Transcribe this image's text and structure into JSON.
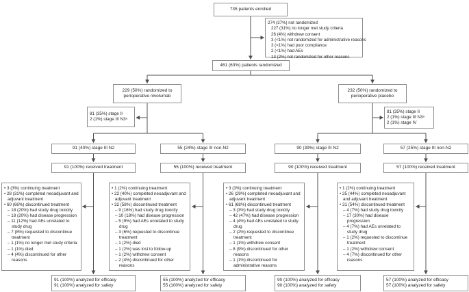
{
  "figure": {
    "type": "consort-flow-diagram",
    "colors": {
      "background": "#ffffff",
      "box_border": "#8c8c8c",
      "connector": "#4f4f4f",
      "text": "#1f1f1f"
    },
    "enrolled": {
      "label": "735 patients enrolled"
    },
    "not_randomized": {
      "lines": [
        {
          "level": 0,
          "text": "274 (37%) not randomized"
        },
        {
          "level": 1,
          "text": "227 (31%) no longer met study criteria"
        },
        {
          "level": 1,
          "text": "26 (4%) withdrew consent"
        },
        {
          "level": 1,
          "text": "3 (<1%) not randomized for administrative reasons"
        },
        {
          "level": 1,
          "text": "3 (<1%) had poor compliance"
        },
        {
          "level": 1,
          "text": "2 (<1%) had AEs"
        },
        {
          "level": 1,
          "text": "13 (2%) not randomized for other reasons"
        }
      ]
    },
    "randomized": {
      "label": "461 (63%) patients randomized"
    },
    "arms": [
      {
        "id": "nivolumab",
        "assignment": "229 (50%) randomized to\nperioperative nivolumab",
        "stage_note": {
          "lines": [
            "81 (35%) stage II",
            "2 (1%) stage III N3ᵃ"
          ]
        }
      },
      {
        "id": "placebo",
        "assignment": "232 (50%) randomized to\nperioperative placebo",
        "stage_note": {
          "lines": [
            "81 (35%) stage II",
            "2 (1%) stage III N3ᵃ",
            "2 (1%) stage IV"
          ]
        }
      }
    ],
    "columns": [
      {
        "arm": "nivolumab",
        "subgroup": "stage III N2",
        "stage": "91 (40%) stage III N2",
        "received": "91 (100%) received treatment",
        "disposition": [
          {
            "level": 1,
            "text": "• 3 (3%) continuing treatment"
          },
          {
            "level": 1,
            "text": "• 28 (31%) completed neoadjuvant and adjuvant treatment"
          },
          {
            "level": 1,
            "text": "• 60 (66%) discontinued treatment"
          },
          {
            "level": 2,
            "text": "– 18 (20%) had study drug toxicity"
          },
          {
            "level": 2,
            "text": "– 18 (20%) had disease progression"
          },
          {
            "level": 2,
            "text": "– 11 (12%) had AEs unrelated to study drug"
          },
          {
            "level": 2,
            "text": "– 7 (8%) requested to discontinue treatment"
          },
          {
            "level": 2,
            "text": "– 1 (1%) no longer met study criteria"
          },
          {
            "level": 2,
            "text": "– 1 (1%) died"
          },
          {
            "level": 2,
            "text": "– 4 (4%) discontinued for other reasons"
          }
        ],
        "analyzed": "91 (100%) analyzed for efficacy\n91 (100%) analyzed for safety"
      },
      {
        "arm": "nivolumab",
        "subgroup": "stage III non-N2",
        "stage": "55 (24%) stage III non-N2",
        "received": "55 (100%) received treatment",
        "disposition": [
          {
            "level": 1,
            "text": "• 1 (2%) continuing treatment"
          },
          {
            "level": 1,
            "text": "• 22 (40%) completed neoadjuvant and adjuvant treatment"
          },
          {
            "level": 1,
            "text": "• 32 (58%) discontinued treatment"
          },
          {
            "level": 2,
            "text": "– 9 (16%) had study drug toxicity"
          },
          {
            "level": 2,
            "text": "– 10 (18%) had disease progression"
          },
          {
            "level": 2,
            "text": "– 5 (9%) had AEs unrelated to study drug"
          },
          {
            "level": 2,
            "text": "– 3 (6%) requested to discontinue treatment"
          },
          {
            "level": 2,
            "text": "– 1 (2%) died"
          },
          {
            "level": 2,
            "text": "– 1 (2%) was lost to follow-up"
          },
          {
            "level": 2,
            "text": "– 1 (2%) withdrew consent"
          },
          {
            "level": 2,
            "text": "– 2 (4%) discontinued for other reasons"
          }
        ],
        "analyzed": "55 (100%) analyzed for efficacy\n55 (100%) analyzed for safety"
      },
      {
        "arm": "placebo",
        "subgroup": "stage III N2",
        "stage": "90 (39%) stage III N2",
        "received": "90 (100%) received treatment",
        "disposition": [
          {
            "level": 1,
            "text": "• 3 (3%) continuing treatment"
          },
          {
            "level": 1,
            "text": "• 26 (29%) completed neoadjuvant and adjuvant treatment"
          },
          {
            "level": 1,
            "text": "• 61 (68%) discontinued treatment"
          },
          {
            "level": 2,
            "text": "– 3 (3%) had study drug toxicity"
          },
          {
            "level": 2,
            "text": "– 42 (47%) had disease progression"
          },
          {
            "level": 2,
            "text": "– 4 (4%) had AEs unrelated to study drug"
          },
          {
            "level": 2,
            "text": "– 2 (2%) requested to discontinue treatment"
          },
          {
            "level": 2,
            "text": "– 1 (1%) withdrew consent"
          },
          {
            "level": 2,
            "text": "– 8 (9%) discontinued for other reasons"
          },
          {
            "level": 2,
            "text": "– 1 (1%) discontinued for administrative reasons"
          }
        ],
        "analyzed": "90 (100%) analyzed for efficacy\n90 (100%) analyzed for safety"
      },
      {
        "arm": "placebo",
        "subgroup": "stage III non-N2",
        "stage": "57 (25%) stage III non-N2",
        "received": "57 (100%) received treatment",
        "disposition": [
          {
            "level": 1,
            "text": "• 1 (2%) continuing treatment"
          },
          {
            "level": 1,
            "text": "• 25 (44%) completed neoadjuvant and adjuvant treatment"
          },
          {
            "level": 1,
            "text": "• 31 (54%) discontinued treatment"
          },
          {
            "level": 2,
            "text": "– 4 (7%) had study drug toxicity"
          },
          {
            "level": 2,
            "text": "– 17 (30%) had disease progression"
          },
          {
            "level": 2,
            "text": "– 4 (7%) had AEs unrelated to study drug"
          },
          {
            "level": 2,
            "text": "– 1 (2%) requested to discontinue treatment"
          },
          {
            "level": 2,
            "text": "– 1 (2%) withdrew consent"
          },
          {
            "level": 2,
            "text": "– 4 (7%) discontinued for other reasons"
          }
        ],
        "analyzed": "57 (100%) analyzed for efficacy\n57 (100%) analyzed for safety"
      }
    ]
  }
}
